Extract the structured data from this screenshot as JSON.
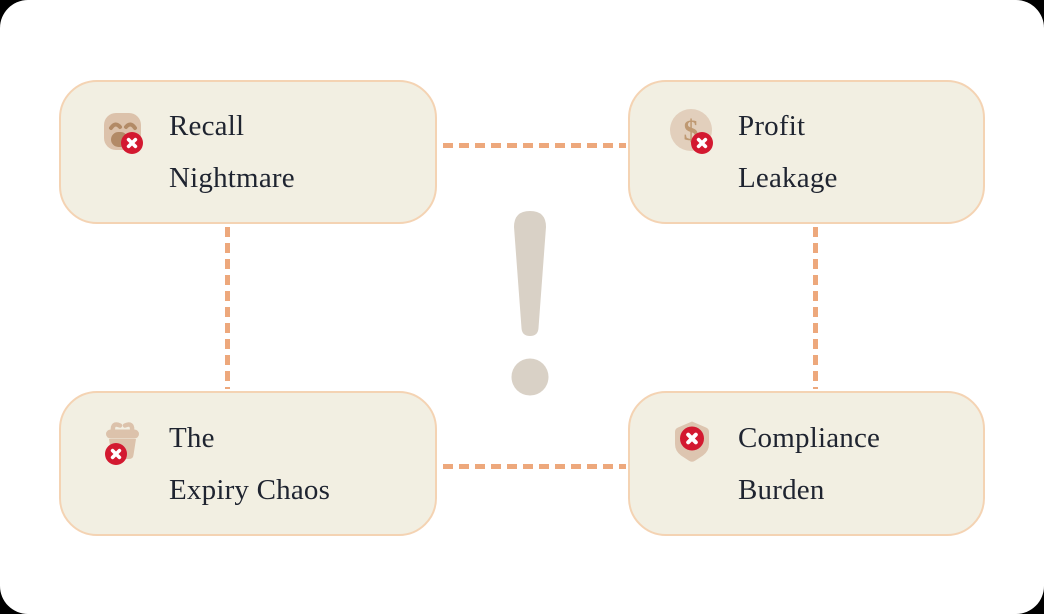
{
  "diagram": {
    "center_symbol": "!",
    "dollar_glyph": "$"
  },
  "cards": [
    {
      "id": "recall-nightmare",
      "icon": "sad-face-icon",
      "title_line1": "Recall",
      "title_line2": "Nightmare"
    },
    {
      "id": "profit-leakage",
      "icon": "dollar-coin-icon",
      "title_line1": "Profit",
      "title_line2": "Leakage"
    },
    {
      "id": "expiry-chaos",
      "icon": "basket-icon",
      "title_line1": "The",
      "title_line2": "Expiry Chaos"
    },
    {
      "id": "compliance-burden",
      "icon": "shield-icon",
      "title_line1": "Compliance",
      "title_line2": "Burden"
    }
  ],
  "colors": {
    "canvas_bg": "#ffffff",
    "outer_bg": "#000000",
    "card_bg": "#f2efe2",
    "card_border": "#f4d3b3",
    "connector_dash": "#eda87c",
    "title_text": "#1f2430",
    "icon_tan": "#dcc2ab",
    "icon_tan_dark": "#b28a66",
    "dollar_circle": "#e2cfbc",
    "dollar_glyph_color": "#bf9972",
    "shield_tan": "#ddc5b0",
    "error_badge_red": "#d31930",
    "badge_x_white": "#ffffff",
    "exclamation": "#d9d1c6"
  }
}
